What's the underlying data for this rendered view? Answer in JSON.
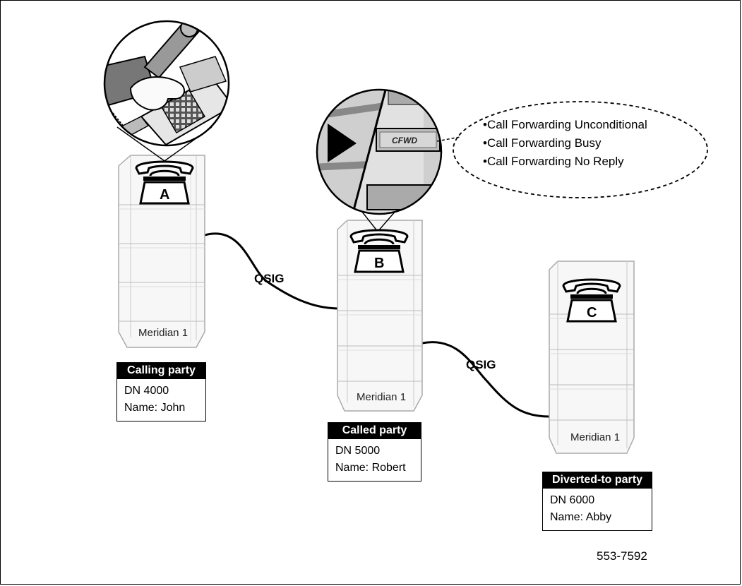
{
  "cabinet_label": "Meridian 1",
  "link_label": "QSIG",
  "figure_id": "553-7592",
  "key_label": "CFWD",
  "forwarding_options": [
    "•Call Forwarding Unconditional",
    "•Call Forwarding Busy",
    "•Call Forwarding No Reply"
  ],
  "parties": [
    {
      "letter": "A",
      "title": "Calling party",
      "dn": "DN 4000",
      "name": "Name: John"
    },
    {
      "letter": "B",
      "title": "Called party",
      "dn": "DN 5000",
      "name": "Name: Robert"
    },
    {
      "letter": "C",
      "title": "Diverted-to party",
      "dn": "DN 6000",
      "name": "Name: Abby"
    }
  ]
}
